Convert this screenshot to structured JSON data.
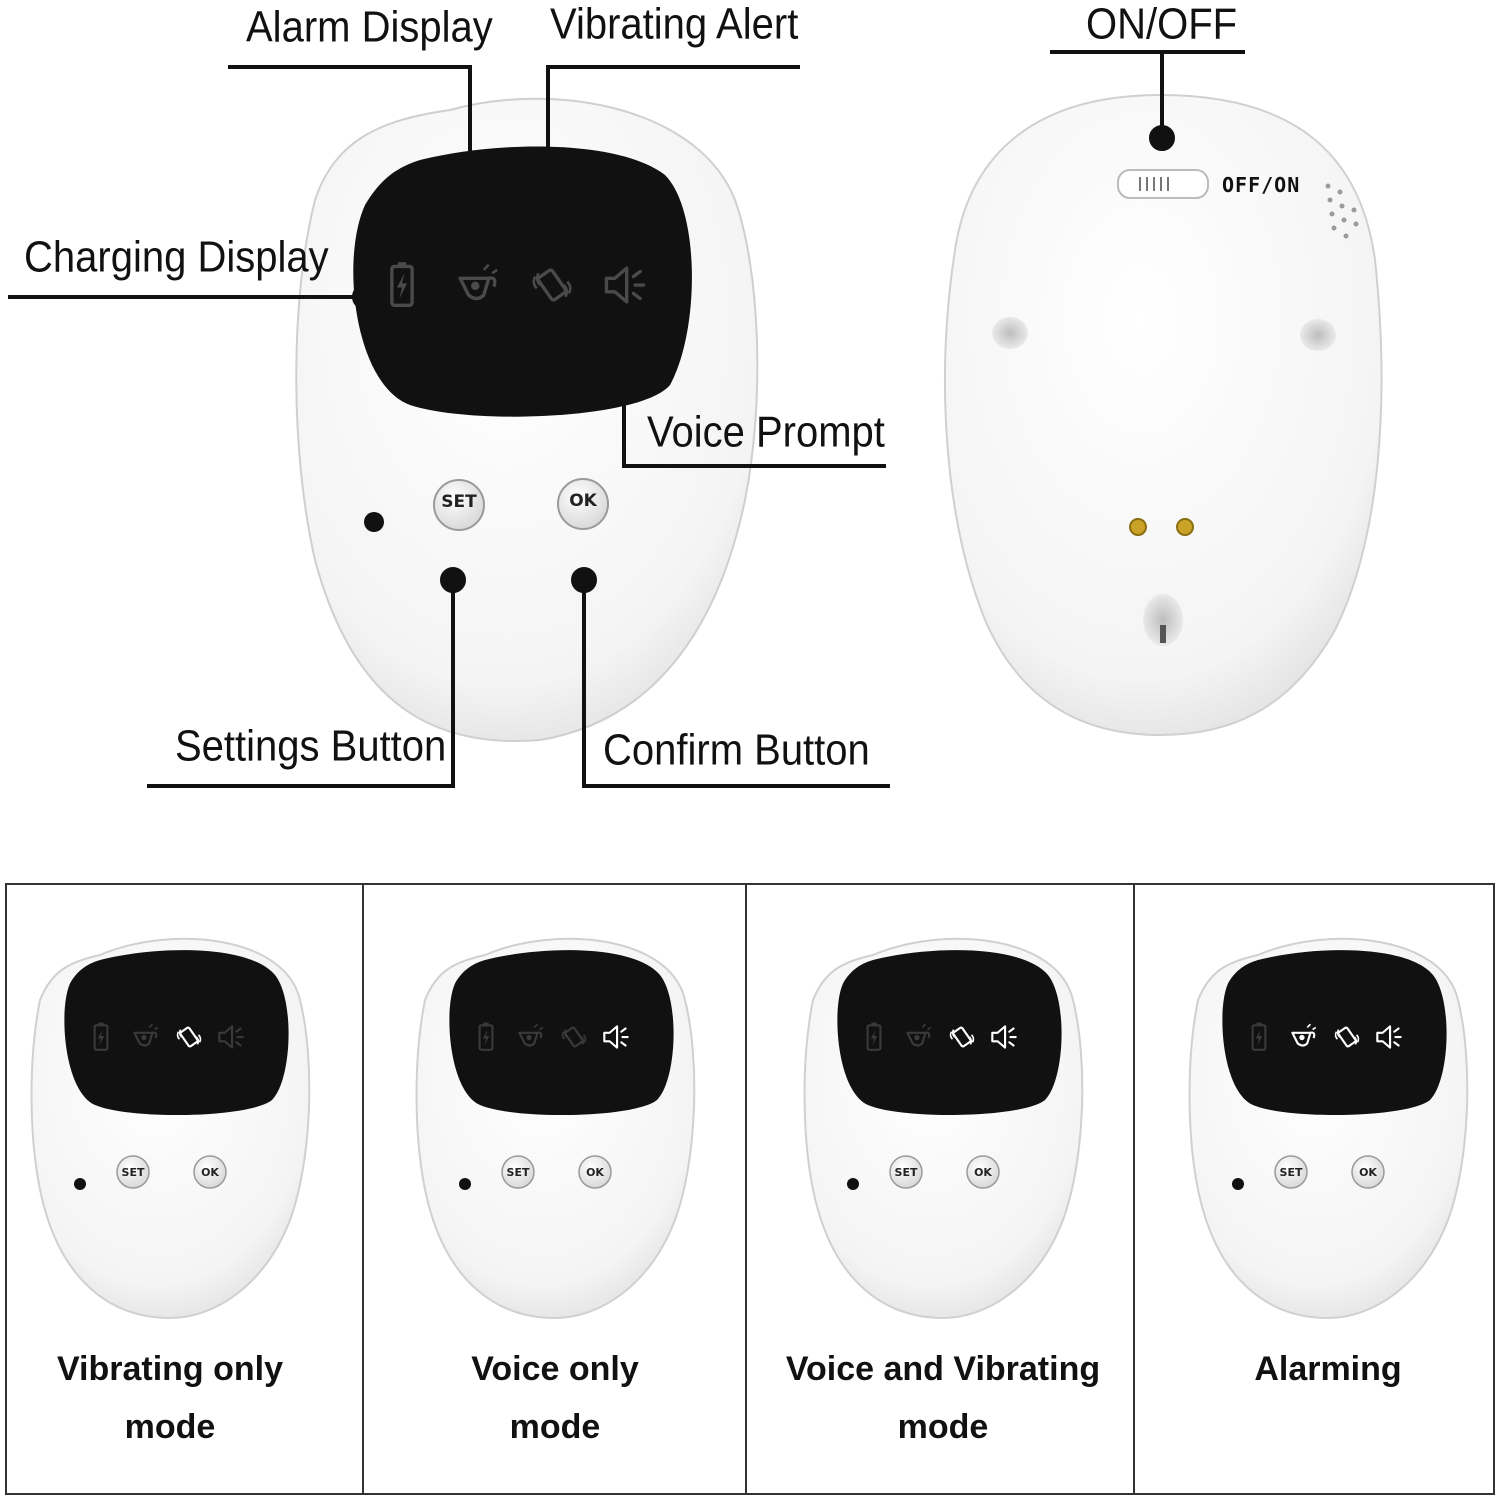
{
  "callouts": {
    "alarm_display": "Alarm Display",
    "vibrating_alert": "Vibrating Alert",
    "charging_display": "Charging Display",
    "voice_prompt": "Voice Prompt",
    "settings_button": "Settings Button",
    "confirm_button": "Confirm Button",
    "on_off": "ON/OFF"
  },
  "device": {
    "set_label": "SET",
    "ok_label": "OK",
    "switch_label": "OFF/ON"
  },
  "modes": [
    {
      "line1": "Vibrating only",
      "line2": "mode",
      "lit": [
        "vibrate"
      ]
    },
    {
      "line1": "Voice only",
      "line2": "mode",
      "lit": [
        "voice"
      ]
    },
    {
      "line1": "Voice and Vibrating",
      "line2": "mode",
      "lit": [
        "vibrate",
        "voice"
      ]
    },
    {
      "line1": "Alarming",
      "line2": "",
      "lit": [
        "alarm",
        "vibrate",
        "voice"
      ]
    }
  ],
  "icons": [
    "battery-icon",
    "alarm-icon",
    "vibrate-icon",
    "speaker-icon"
  ],
  "colors": {
    "device_body": "#f7f7f7",
    "screen": "#111111",
    "icon_dim": "#4a4a4a",
    "icon_lit": "#ffffff",
    "contact_gold": "#c9a227",
    "line": "#111111"
  }
}
